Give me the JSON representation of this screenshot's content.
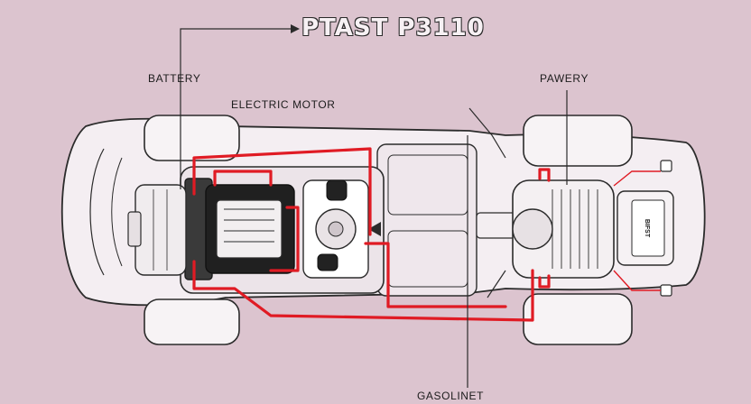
{
  "title": "PTAST P3110",
  "labels": {
    "battery": "BATTERY",
    "electric_motor": "ELECTRIC MOTOR",
    "pawery": "PAWERY",
    "gasoline": "GASOLINET",
    "engine_badge": "BIFST"
  },
  "colors": {
    "background": "#dcc4cf",
    "body_fill": "#f4eef2",
    "outline": "#2b2b2b",
    "cable": "#e01b24"
  }
}
